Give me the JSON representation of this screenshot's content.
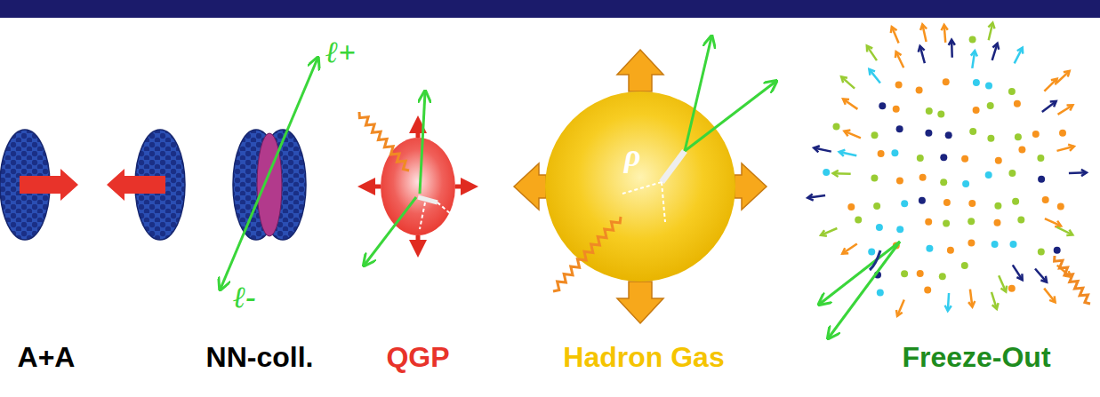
{
  "diagram": {
    "nodes": [
      {
        "text": [
          "ρ"
        ]
      }
    ],
    "labels": [
      "ℓ+",
      "ℓ-",
      "A+A",
      "NN-coll.",
      "QGP",
      "Hadron Gas",
      "Freeze-Out"
    ]
  }
}
